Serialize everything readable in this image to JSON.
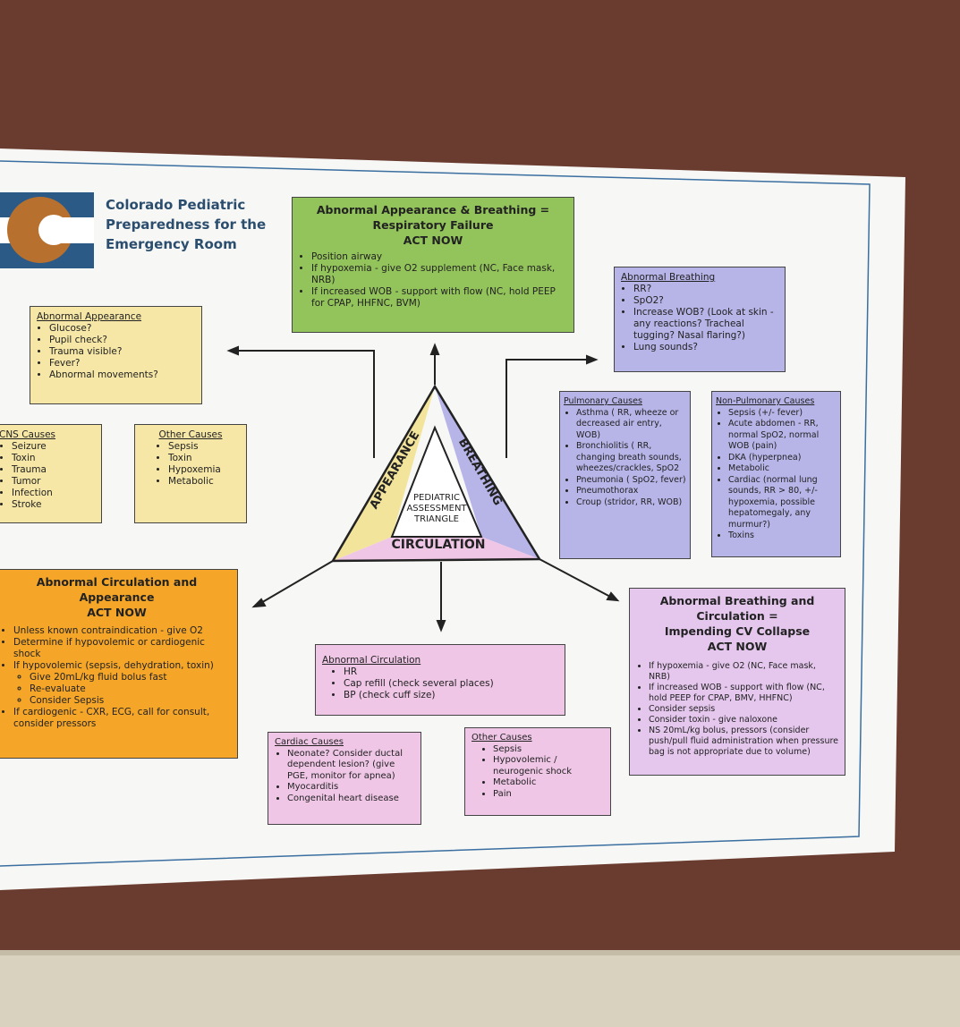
{
  "logo": {
    "lines": [
      "Colorado Pediatric",
      "Preparedness for the",
      "Emergency Room"
    ]
  },
  "green": {
    "title": [
      "Abnormal Appearance & Breathing =",
      "Respiratory Failure",
      "ACT NOW"
    ],
    "items": [
      "Position airway",
      "If hypoxemia - give O2 supplement (NC, Face mask, NRB)",
      "If increased WOB - support with flow (NC, hold PEEP for CPAP, HHFNC, BVM)"
    ]
  },
  "abnormal_breathing": {
    "heading": "Abnormal Breathing",
    "items": [
      "RR?",
      "SpO2?",
      "Increase WOB? (Look at skin - any reactions? Tracheal tugging? Nasal flaring?)",
      "Lung sounds?"
    ]
  },
  "abnormal_appearance": {
    "heading": "Abnormal Appearance",
    "items": [
      "Glucose?",
      "Pupil check?",
      "Trauma visible?",
      "Fever?",
      "Abnormal movements?"
    ]
  },
  "cns_causes": {
    "heading": "CNS Causes",
    "items": [
      "Seizure",
      "Toxin",
      "Trauma",
      "Tumor",
      "Infection",
      "Stroke"
    ]
  },
  "other_causes_appearance": {
    "heading": "Other Causes",
    "items": [
      "Sepsis",
      "Toxin",
      "Hypoxemia",
      "Metabolic"
    ]
  },
  "pulmonary": {
    "heading": "Pulmonary Causes",
    "items": [
      "Asthma ( RR, wheeze or decreased air entry, WOB)",
      "Bronchiolitis ( RR, changing breath sounds, wheezes/crackles, SpO2",
      "Pneumonia ( SpO2, fever)",
      "Pneumothorax",
      "Croup (stridor, RR, WOB)"
    ]
  },
  "non_pulmonary": {
    "heading": "Non-Pulmonary Causes",
    "items": [
      "Sepsis (+/- fever)",
      "Acute abdomen - RR, normal SpO2, normal WOB (pain)",
      "DKA (hyperpnea)",
      "Metabolic",
      "Cardiac (normal lung sounds, RR > 80, +/- hypoxemia, possible hepatomegaly, any murmur?)",
      "Toxins"
    ]
  },
  "triangle": {
    "appearance": "APPEARANCE",
    "breathing": "BREATHING",
    "circulation": "CIRCULATION",
    "center": [
      "PEDIATRIC",
      "ASSESSMENT",
      "TRIANGLE"
    ]
  },
  "orange": {
    "title": [
      "Abnormal Circulation and",
      "Appearance",
      "ACT NOW"
    ],
    "items": [
      "Unless known contraindication - give O2",
      "Determine if hypovolemic or cardiogenic shock",
      "If hypovolemic (sepsis, dehydration, toxin)",
      "If cardiogenic - CXR, ECG, call for consult, consider pressors"
    ],
    "subitems": [
      "Give 20mL/kg fluid bolus fast",
      "Re-evaluate",
      "Consider Sepsis"
    ]
  },
  "cv_collapse": {
    "title": [
      "Abnormal Breathing and Circulation =",
      "Impending CV Collapse",
      "ACT NOW"
    ],
    "items": [
      "If hypoxemia - give O2 (NC, Face mask, NRB)",
      "If increased WOB - support with flow (NC, hold PEEP for CPAP, BMV, HHFNC)",
      "Consider sepsis",
      "Consider toxin - give naloxone",
      "NS 20mL/kg bolus, pressors (consider push/pull fluid administration when pressure bag is not appropriate due to volume)"
    ]
  },
  "abnormal_circulation": {
    "heading": "Abnormal Circulation",
    "items": [
      "HR",
      "Cap refill (check several places)",
      "BP (check cuff size)"
    ]
  },
  "cardiac_causes": {
    "heading": "Cardiac Causes",
    "items": [
      "Neonate? Consider ductal dependent lesion? (give PGE, monitor for apnea)",
      "Myocarditis",
      "Congenital heart disease"
    ]
  },
  "other_causes_circulation": {
    "heading": "Other Causes",
    "items": [
      "Sepsis",
      "Hypovolemic / neurogenic shock",
      "Metabolic",
      "Pain"
    ]
  }
}
